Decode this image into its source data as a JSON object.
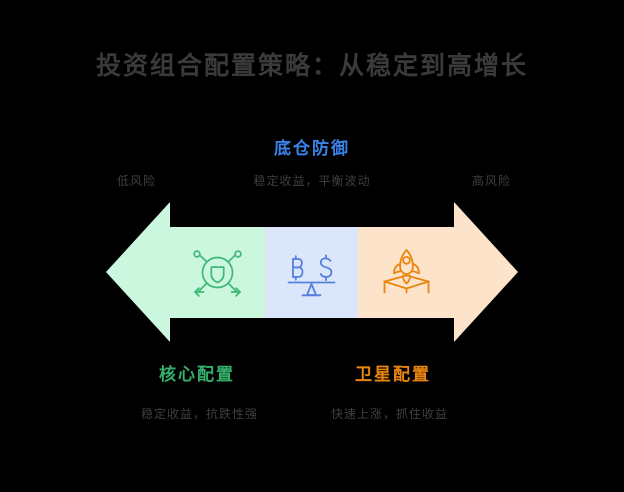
{
  "title": "投资组合配置策略：从稳定到高增长",
  "top_label": "底仓防御",
  "captions": {
    "left": "低风险",
    "center": "稳定收益，平衡波动",
    "right": "高风险"
  },
  "segments": [
    {
      "key": "core",
      "icon": "shield-network-icon",
      "fill": "#CCF7DF",
      "stroke": "#3FB878",
      "label": "核心配置",
      "label_color": "#35B06A",
      "caption": "稳定收益，抗跌性强"
    },
    {
      "key": "balance",
      "icon": "balance-scale-icon",
      "fill": "#DCE6FB",
      "stroke": "#5580DC",
      "label": "底仓防御",
      "label_color": "#3B82E8",
      "caption": "稳定收益，平衡波动"
    },
    {
      "key": "satellite",
      "icon": "rocket-launch-icon",
      "fill": "#FCE3C9",
      "stroke": "#E8860F",
      "label": "卫星配置",
      "label_color": "#E8860F",
      "caption": "快速上涨，抓住收益"
    }
  ],
  "arrow": {
    "left_head_fill": "#CCF7DF",
    "right_head_fill": "#FCE3C9",
    "direction_left": "低风险",
    "direction_right": "高风险"
  },
  "colors": {
    "background": "#000000",
    "title_text": "#3A3A3A",
    "caption_text": "#3F3F3F",
    "green": "#35B06A",
    "blue": "#3B82E8",
    "orange": "#E8860F"
  }
}
